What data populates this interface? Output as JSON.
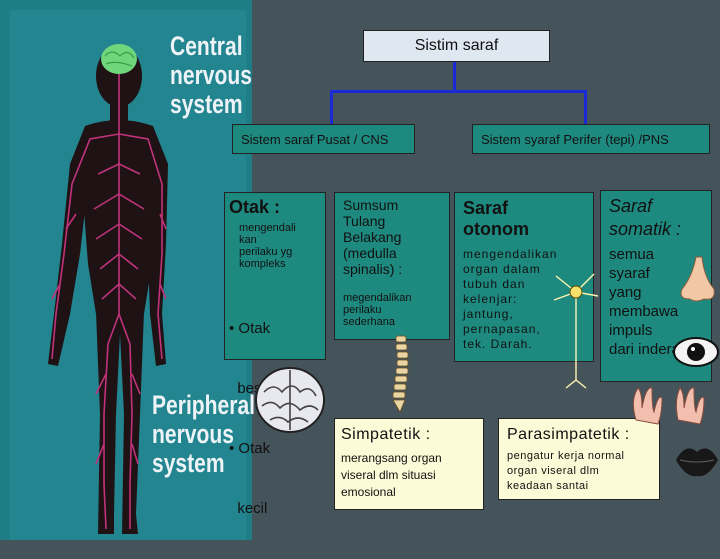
{
  "left_panel": {
    "cns_title": [
      "Central",
      "nervous",
      "system"
    ],
    "pns_title": [
      "Peripheral",
      "nervous",
      "system"
    ]
  },
  "root": {
    "label": "Sistim saraf"
  },
  "cns": {
    "label": "Sistem saraf Pusat / CNS"
  },
  "pns": {
    "label": "Sistem syaraf Perifer (tepi) /PNS"
  },
  "otak": {
    "title": "Otak :",
    "desc": [
      "mengendali",
      "kan",
      "perilaku yg",
      "kompleks"
    ],
    "items": [
      "• Otak",
      "  besar",
      "• Otak",
      "  kecil"
    ]
  },
  "sumsum": {
    "title": [
      "Sumsum",
      "Tulang",
      "Belakang",
      "(medulla",
      "spinalis) :"
    ],
    "desc": [
      "megendalikan",
      "perilaku",
      "sederhana"
    ]
  },
  "otonom": {
    "title": [
      "Saraf",
      "otonom"
    ],
    "desc": [
      "mengendalikan",
      "organ dalam",
      "tubuh dan",
      "kelenjar:",
      "jantung,",
      "pernapasan,",
      "tek. Darah."
    ]
  },
  "somatik": {
    "title": [
      "Saraf",
      "somatik :"
    ],
    "desc": [
      "semua",
      "syaraf",
      "yang",
      "membawa",
      "impuls",
      "dari indera"
    ]
  },
  "simpatetik": {
    "title": "Simpatetik :",
    "desc": [
      "merangsang organ",
      "viseral dlm situasi",
      "emosional"
    ]
  },
  "parasimpatetik": {
    "title": "Parasimpatetik :",
    "desc": [
      "pengatur kerja normal",
      "organ viseral dlm",
      "keadaan santai"
    ]
  },
  "colors": {
    "box_green": "#1e8a7f",
    "box_cream": "#fdfbd7",
    "root_box": "#dfe7f1",
    "connector": "#1a2bd6",
    "teal_panel": "#23858f"
  }
}
